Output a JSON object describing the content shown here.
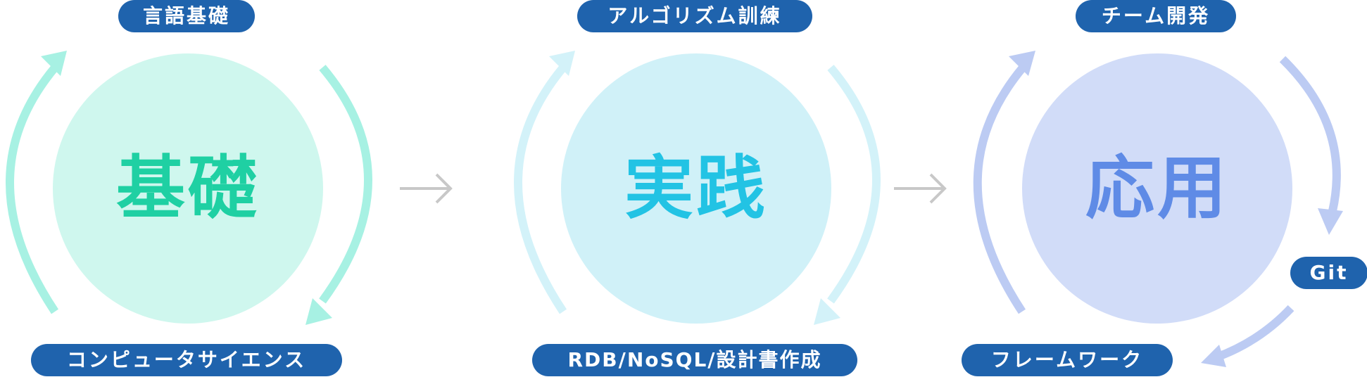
{
  "stages": [
    {
      "title": "基礎",
      "top_label": "言語基礎",
      "bottom_label": "コンピュータサイエンス",
      "circle_color": "#cff7ee",
      "title_color": "#1fd0a3",
      "arrow_color": "#a7f1e3"
    },
    {
      "title": "実践",
      "top_label": "アルゴリズム訓練",
      "bottom_label": "RDB/NoSQL/設計書作成",
      "circle_color": "#d0f1f8",
      "title_color": "#22c3e4",
      "arrow_color": "#d3f2f9"
    },
    {
      "title": "応用",
      "top_label": "チーム開発",
      "right_label": "Git",
      "bottom_label": "フレームワーク",
      "circle_color": "#d1dcf8",
      "title_color": "#5f8be6",
      "arrow_color": "#bccbf3"
    }
  ],
  "colors": {
    "pill_background": "#1f63ad",
    "pill_text": "#ffffff",
    "connector": "#c8c8c8"
  },
  "icons": {
    "cycle_arrow": "curved-arrow-icon",
    "connector": "arrow-right-icon"
  }
}
